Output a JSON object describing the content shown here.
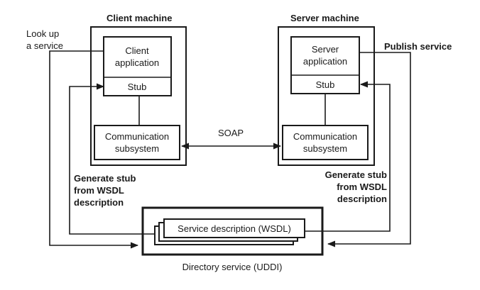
{
  "client_machine": {
    "title": "Client machine",
    "app_line1": "Client",
    "app_line2": "application",
    "stub": "Stub",
    "comm_line1": "Communication",
    "comm_line2": "subsystem"
  },
  "server_machine": {
    "title": "Server machine",
    "app_line1": "Server",
    "app_line2": "application",
    "stub": "Stub",
    "comm_line1": "Communication",
    "comm_line2": "subsystem"
  },
  "protocol": "SOAP",
  "left_labels": {
    "lookup_line1": "Look up",
    "lookup_line2": "a service",
    "gen_line1": "Generate stub",
    "gen_line2": "from WSDL",
    "gen_line3": "description"
  },
  "right_labels": {
    "publish": "Publish service",
    "gen_line1": "Generate stub",
    "gen_line2": "from WSDL",
    "gen_line3": "description"
  },
  "directory": {
    "service_description": "Service description (WSDL)",
    "caption": "Directory service (UDDI)"
  }
}
